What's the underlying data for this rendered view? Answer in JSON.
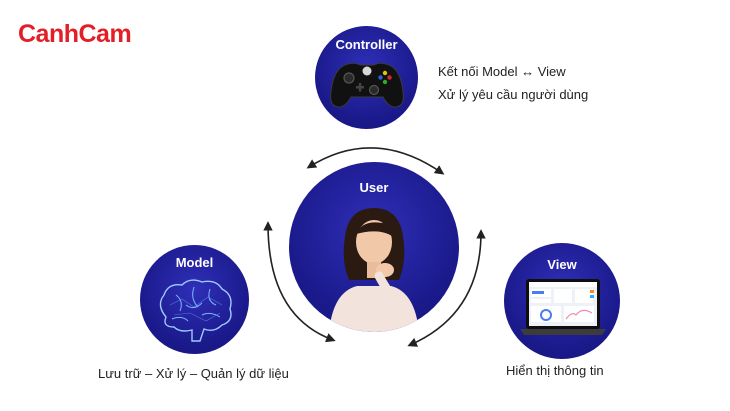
{
  "logo": {
    "text": "CanhCam",
    "color": "#e21f26"
  },
  "colors": {
    "circle": "#1b1a8c",
    "arrow": "#222222"
  },
  "controller": {
    "title": "Controller",
    "icon": "gamepad-icon",
    "desc": [
      "Kết nối Model ↔ View",
      "Xử lý yêu cầu người dùng"
    ]
  },
  "user": {
    "title": "User",
    "icon": "thinking-person-illustration"
  },
  "model": {
    "title": "Model",
    "icon": "brain-icon",
    "desc": "Lưu trữ – Xử lý – Quản lý dữ liệu"
  },
  "view": {
    "title": "View",
    "icon": "laptop-dashboard-icon",
    "desc": "Hiển thị thông tin"
  }
}
